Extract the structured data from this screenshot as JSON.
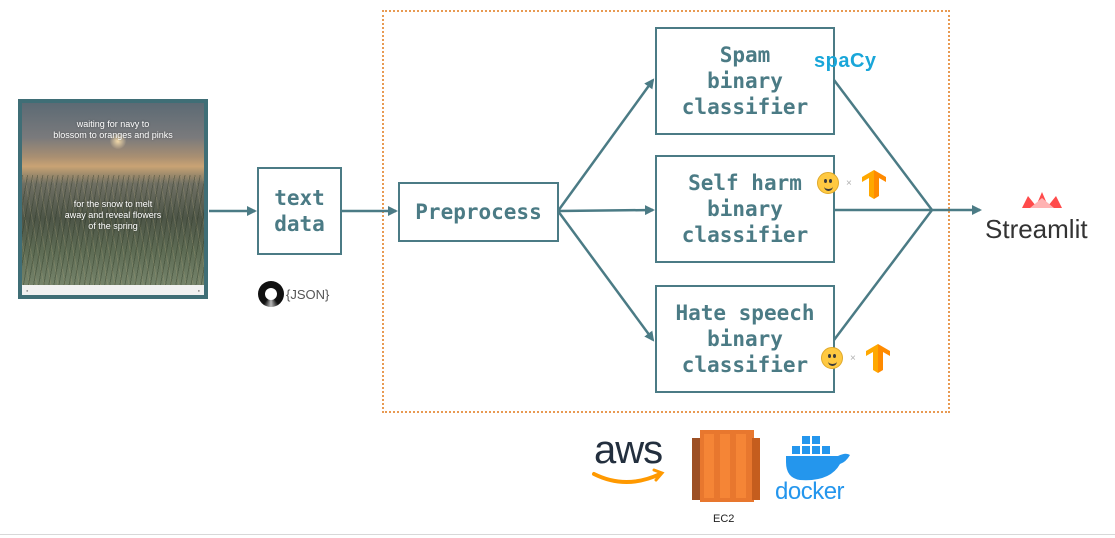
{
  "image_card": {
    "text_top": "waiting for navy to\nblossom to oranges and pinks",
    "text_bottom": "for the snow to melt\naway and reveal flowers\nof the spring"
  },
  "text_data_box": {
    "label": "text\ndata"
  },
  "json_logo": {
    "text": "{JSON}"
  },
  "preprocess_box": {
    "label": "Preprocess"
  },
  "classifiers": [
    {
      "label": "Spam\nbinary\nclassifier",
      "tool": "spacy-logo"
    },
    {
      "label": "Self harm\nbinary\nclassifier",
      "tool": "huggingface-tensorflow-icons"
    },
    {
      "label": "Hate speech\nbinary\nclassifier",
      "tool": "huggingface-tensorflow-icons"
    }
  ],
  "spacy": {
    "text": "spaCy"
  },
  "streamlit": {
    "text": "Streamlit"
  },
  "deployment": {
    "aws_text": "aws",
    "ec2_label": "EC2",
    "docker_text": "docker"
  },
  "colors": {
    "box_stroke": "#4b7b85",
    "region_border": "#e89a52",
    "spacy_blue": "#19a6d9",
    "tensorflow_orange": "#ff8a00",
    "streamlit_red": "#ff4b4b",
    "aws_orange": "#ff9900",
    "ec2_orange": "#e8772e",
    "docker_blue": "#2496ed"
  }
}
